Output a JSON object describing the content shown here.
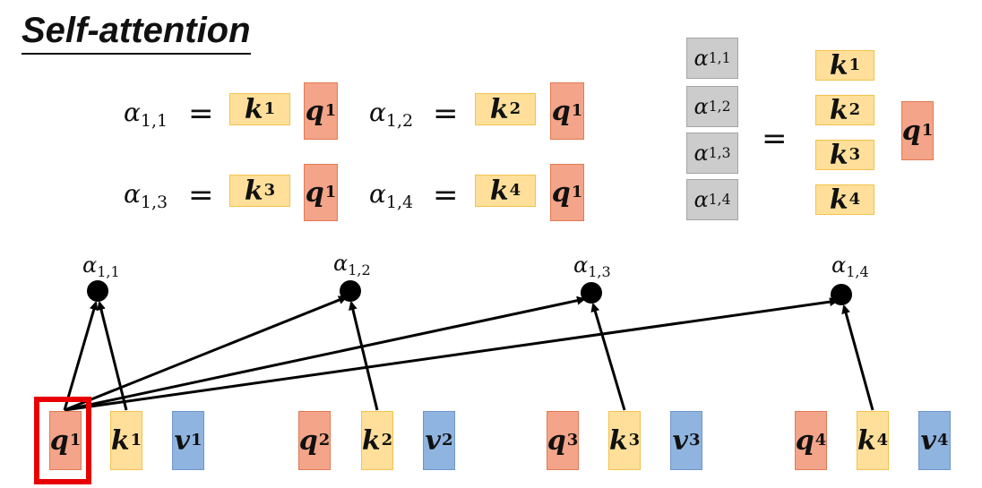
{
  "title": "Self-attention",
  "symbols": {
    "alpha": "α",
    "equals": "=",
    "a11_sub": "1,1",
    "a12_sub": "1,2",
    "a13_sub": "1,3",
    "a14_sub": "1,4",
    "q": "q",
    "k": "k",
    "v": "v",
    "n1": "1",
    "n2": "2",
    "n3": "3",
    "n4": "4"
  },
  "colors": {
    "key": "#ffdf9a",
    "query": "#f4a488",
    "value": "#8fb4e0",
    "score": "#cccccc",
    "highlight": "#e80000"
  }
}
